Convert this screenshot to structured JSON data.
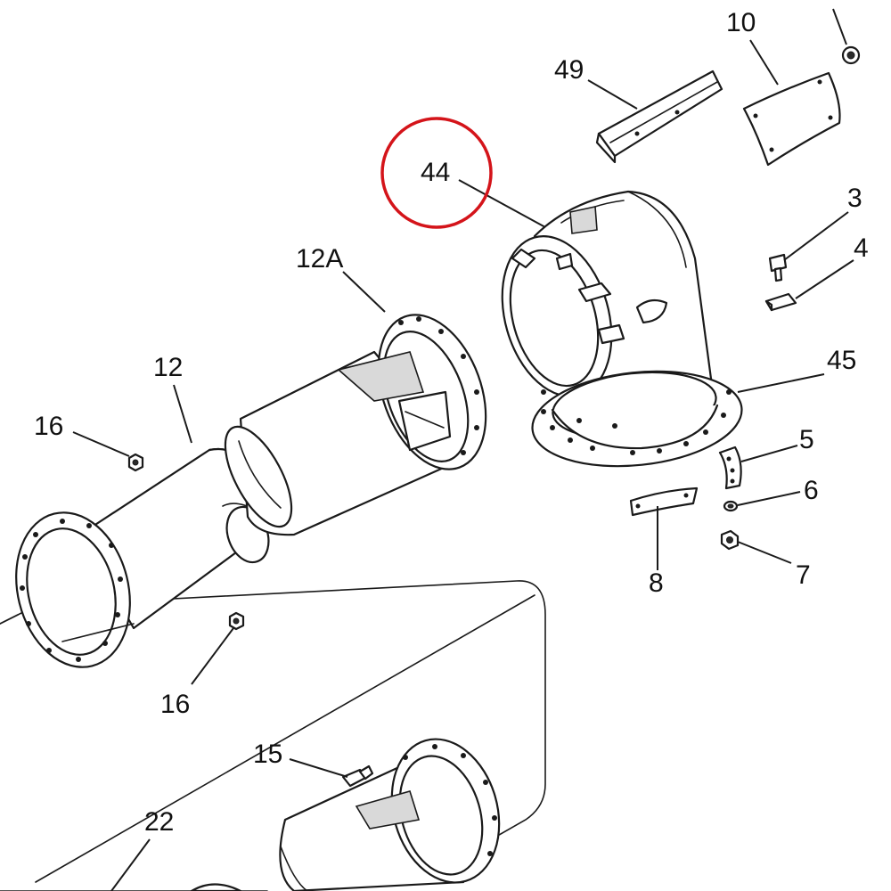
{
  "diagram": {
    "callouts": [
      {
        "id": "c10",
        "text": "10"
      },
      {
        "id": "c49",
        "text": "49"
      },
      {
        "id": "c44",
        "text": "44"
      },
      {
        "id": "c3",
        "text": "3"
      },
      {
        "id": "c4",
        "text": "4"
      },
      {
        "id": "c12A",
        "text": "12A"
      },
      {
        "id": "c12",
        "text": "12"
      },
      {
        "id": "c45",
        "text": "45"
      },
      {
        "id": "c16a",
        "text": "16"
      },
      {
        "id": "c5",
        "text": "5"
      },
      {
        "id": "c6",
        "text": "6"
      },
      {
        "id": "c7",
        "text": "7"
      },
      {
        "id": "c8",
        "text": "8"
      },
      {
        "id": "c16b",
        "text": "16"
      },
      {
        "id": "c15",
        "text": "15"
      },
      {
        "id": "c22",
        "text": "22"
      }
    ],
    "highlighted_callout": "44",
    "highlight_color": "#d4141a",
    "line_color": "#1a1a1a"
  }
}
